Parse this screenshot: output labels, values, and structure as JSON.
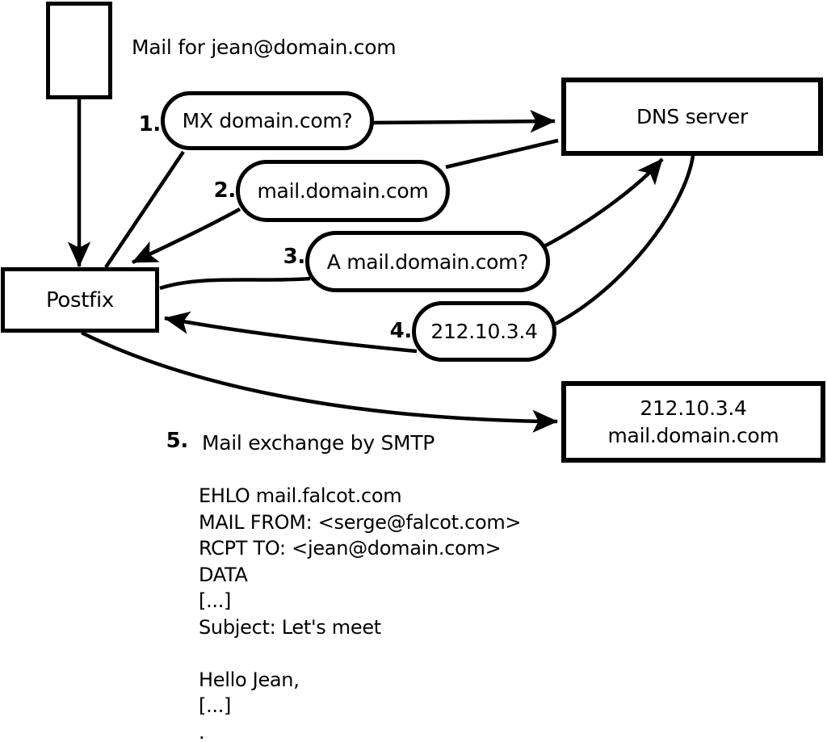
{
  "diagram": {
    "note": "Mail for jean@domain.com",
    "nodes": {
      "postfix": {
        "label": "Postfix"
      },
      "dns_server": {
        "label": "DNS server"
      },
      "mail_server": {
        "line1": "212.10.3.4",
        "line2": "mail.domain.com"
      }
    },
    "steps": [
      {
        "num": "1.",
        "label": "MX domain.com?"
      },
      {
        "num": "2.",
        "label": "mail.domain.com"
      },
      {
        "num": "3.",
        "label": "A mail.domain.com?"
      },
      {
        "num": "4.",
        "label": "212.10.3.4"
      },
      {
        "num": "5.",
        "label": "Mail exchange by SMTP"
      }
    ],
    "smtp_session": {
      "lines": [
        "EHLO mail.falcot.com",
        "MAIL FROM: <serge@falcot.com>",
        "RCPT TO: <jean@domain.com>",
        "DATA",
        "[...]",
        "Subject: Let's meet",
        "",
        "Hello Jean,",
        "[...]",
        "."
      ]
    },
    "colors": {
      "stroke": "#000000",
      "background": "#ffffff"
    }
  }
}
